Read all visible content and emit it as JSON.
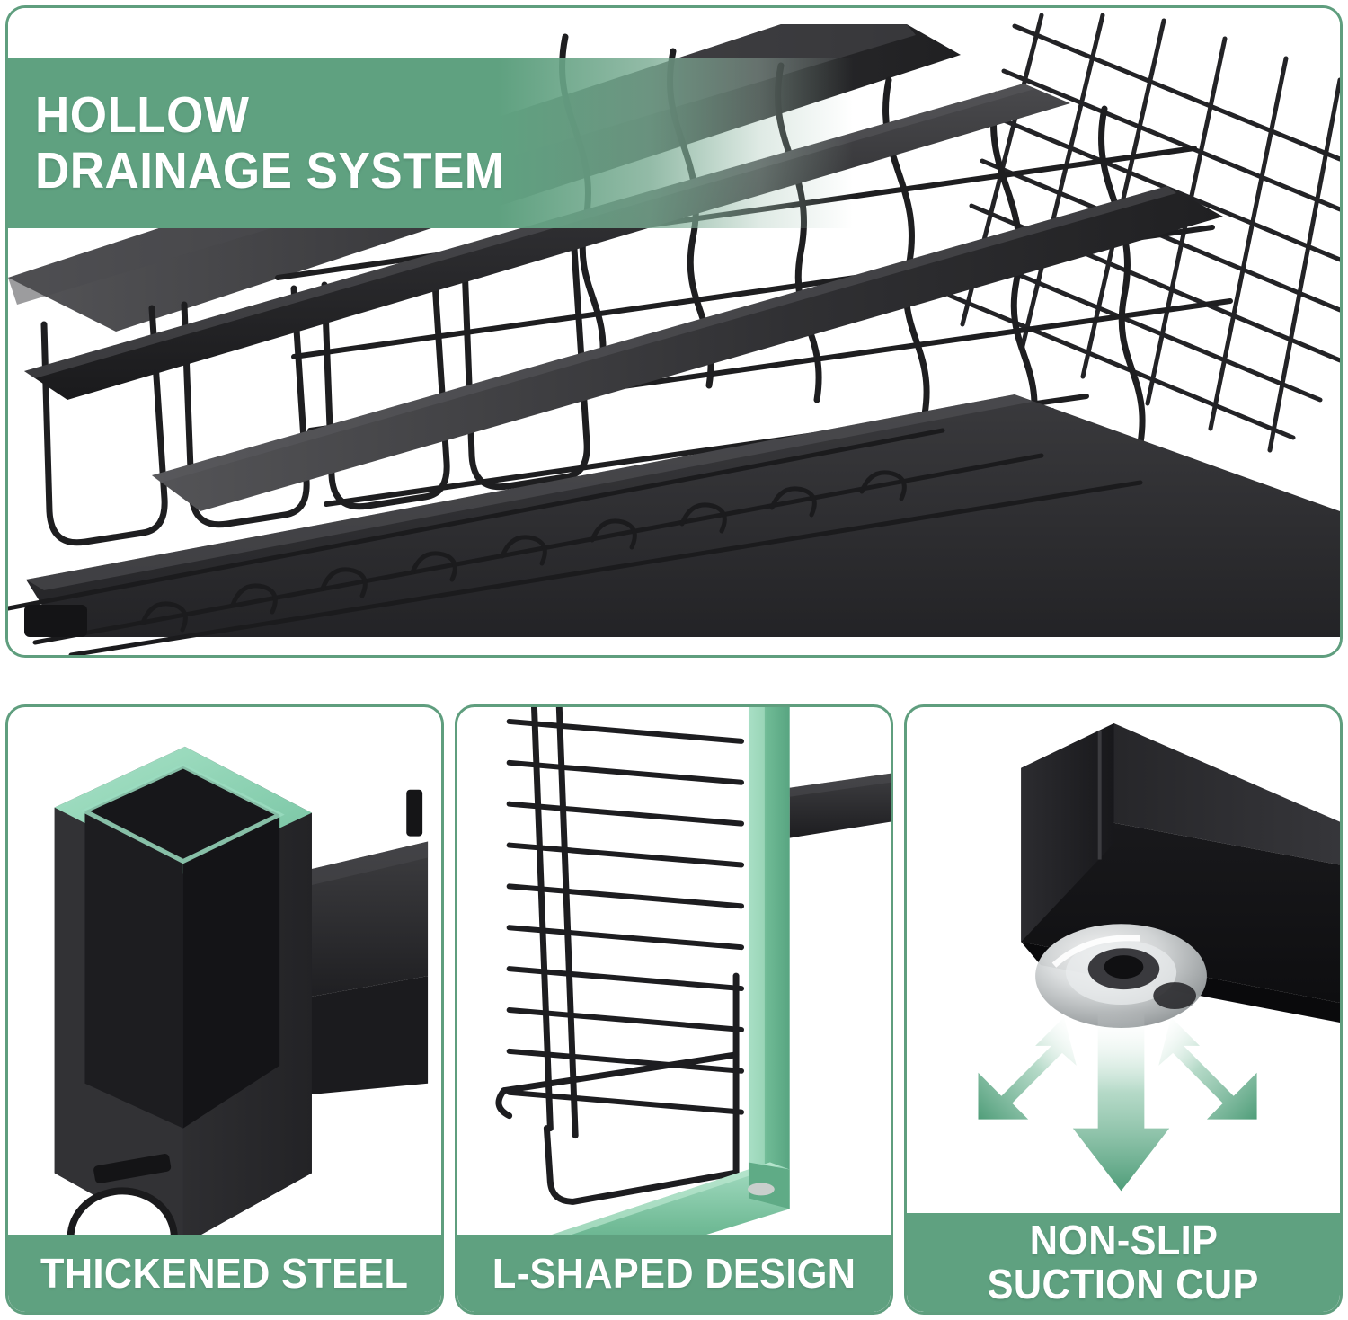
{
  "theme": {
    "brand_green": "#5fa180",
    "border_green": "#5f9e7e",
    "highlight_mint": "#8fd3b4",
    "steel_black": "#2b2b2d",
    "background": "#ffffff"
  },
  "hero": {
    "banner": {
      "line1": "HOLLOW",
      "line2": "DRAINAGE SYSTEM"
    },
    "photo_alt": "black metal dish drying rack close-up showing wire basket and drainage frame"
  },
  "cards": [
    {
      "id": "thickened-steel",
      "caption_lines": [
        "THICKENED STEEL"
      ],
      "photo_alt": "hollow square steel tube end with mint highlighted wall thickness"
    },
    {
      "id": "l-shaped-design",
      "caption_lines": [
        "L-SHAPED DESIGN"
      ],
      "photo_alt": "rack side frame highlighted green forming an L shape"
    },
    {
      "id": "non-slip-suction-cup",
      "caption_lines": [
        "NON-SLIP",
        "SUCTION CUP"
      ],
      "photo_alt": "bar end with clear suction cup and three green downward arrows"
    }
  ]
}
